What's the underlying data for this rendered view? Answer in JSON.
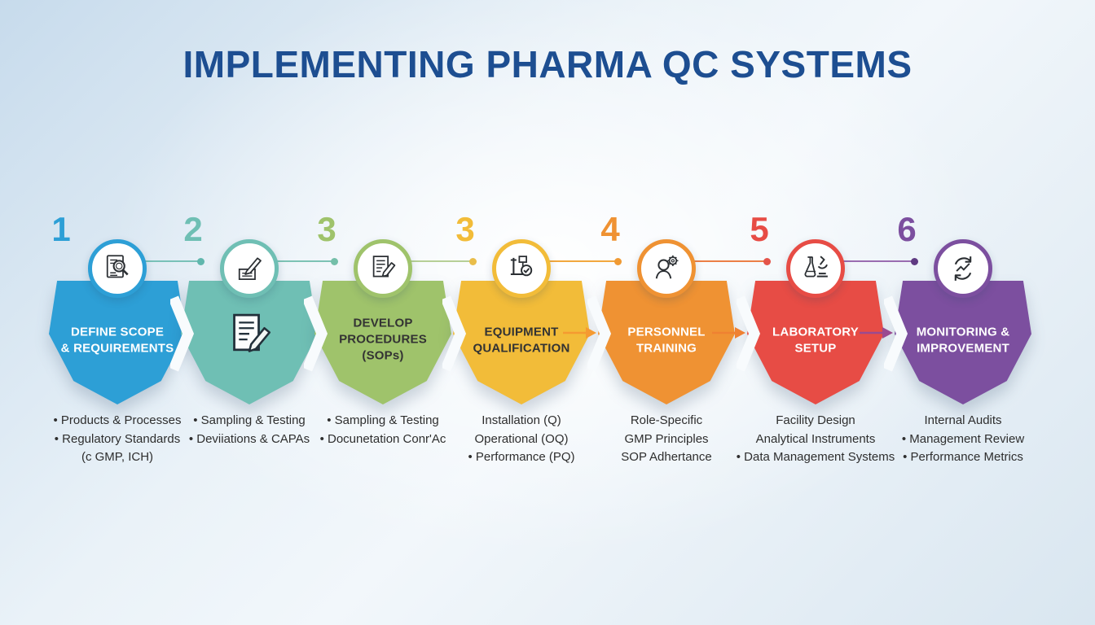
{
  "title": "IMPLEMENTING PHARMA QC SYSTEMS",
  "colors": {
    "title": "#1d4e91",
    "background_center": "#f7fafc",
    "background_edge": "#c7dbec",
    "bullet_text": "#2e2e2e"
  },
  "steps": [
    {
      "number": "1",
      "color": "#2d9fd6",
      "label_color": "#ffffff",
      "label_lines": [
        "DEFINE SCOPE",
        "& REQUIREMENTS"
      ],
      "icon": "document-magnifier-icon",
      "bullets": [
        "• Products & Processes",
        "• Regulatory Standards",
        "(c GMP, ICH)"
      ],
      "connector": {
        "line": "#79c1b8",
        "dot": "#60b7ad"
      }
    },
    {
      "number": "2",
      "color": "#6fbfb4",
      "label_color": "#ffffff",
      "label_lines": [],
      "icon": "signature-pencil-icon",
      "center_icon": "document-pencil-icon",
      "bullets": [
        "• Sampling & Testing",
        "• Deviiations & CAPAs"
      ],
      "connector": {
        "line": "#7cc2b4",
        "dot": "#74bfa9"
      }
    },
    {
      "number": "3",
      "color": "#9fc36b",
      "label_color": "#333333",
      "label_lines": [
        "DEVELOP",
        "PROCEDURES",
        "(SOPs)"
      ],
      "icon": "document-edit-icon",
      "bullets": [
        "• Sampling & Testing",
        "• Docunetation Conr'Ac"
      ],
      "connector": {
        "line": "#b6cf97",
        "dot": "#e9bd4a"
      }
    },
    {
      "number": "3",
      "color": "#f2bc39",
      "label_color": "#333333",
      "label_lines": [
        "EQUIPMENT",
        "QUALIFICATION"
      ],
      "icon": "equipment-check-icon",
      "bullets": [
        "Installation (Q)",
        "Operational (OQ)",
        "• Performance (PQ)"
      ],
      "connector": {
        "line": "#f2a83e",
        "dot": "#f09a34"
      }
    },
    {
      "number": "4",
      "color": "#ef9233",
      "label_color": "#ffffff",
      "label_lines": [
        "PERSONNEL",
        "TRAINING"
      ],
      "icon": "person-gear-icon",
      "arrow_color": "#f59a31",
      "bullets": [
        "Role-Specific",
        "GMP Principles",
        "SOP Adhertance"
      ],
      "connector": {
        "line": "#ec7f46",
        "dot": "#e4544a"
      }
    },
    {
      "number": "5",
      "color": "#e74c45",
      "label_color": "#ffffff",
      "label_lines": [
        "LABORATORY",
        "SETUP"
      ],
      "icon": "lab-flask-microscope-icon",
      "arrow_color": "#ef8132",
      "bullets": [
        "Facility Design",
        "Analytical Instruments",
        "• Data Management Systems"
      ],
      "connector": {
        "line": "#9a6cb0",
        "dot": "#5f3a82"
      }
    },
    {
      "number": "6",
      "color": "#7c4f9f",
      "label_color": "#ffffff",
      "label_lines": [
        "MONITORING &",
        "IMPROVEMENT"
      ],
      "icon": "cycle-arrows-icon",
      "arrow_color": "#9a4a90",
      "bullets": [
        "Internal Audits",
        "• Management Review",
        "• Performance Metrics"
      ]
    }
  ]
}
